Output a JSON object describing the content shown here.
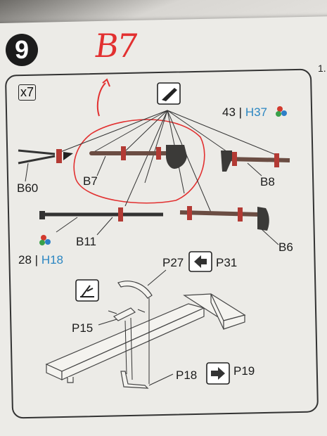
{
  "step_number": "9",
  "continuation": "1.",
  "quantity": "x7",
  "annotation": "B7",
  "paint_top": {
    "number": "43",
    "separator": "|",
    "code": "H37"
  },
  "paint_left": {
    "number": "28",
    "separator": "|",
    "code": "H18"
  },
  "parts": {
    "b60": "B60",
    "b7": "B7",
    "b8": "B8",
    "b11": "B11",
    "b6": "B6",
    "p27": "P27",
    "p31": "P31",
    "p15": "P15",
    "p18": "P18",
    "p19": "P19"
  },
  "colors": {
    "annotation": "#e23030",
    "paint_code": "#2b86c2",
    "wood": "#6b4d43",
    "clamp": "#b33a34"
  }
}
